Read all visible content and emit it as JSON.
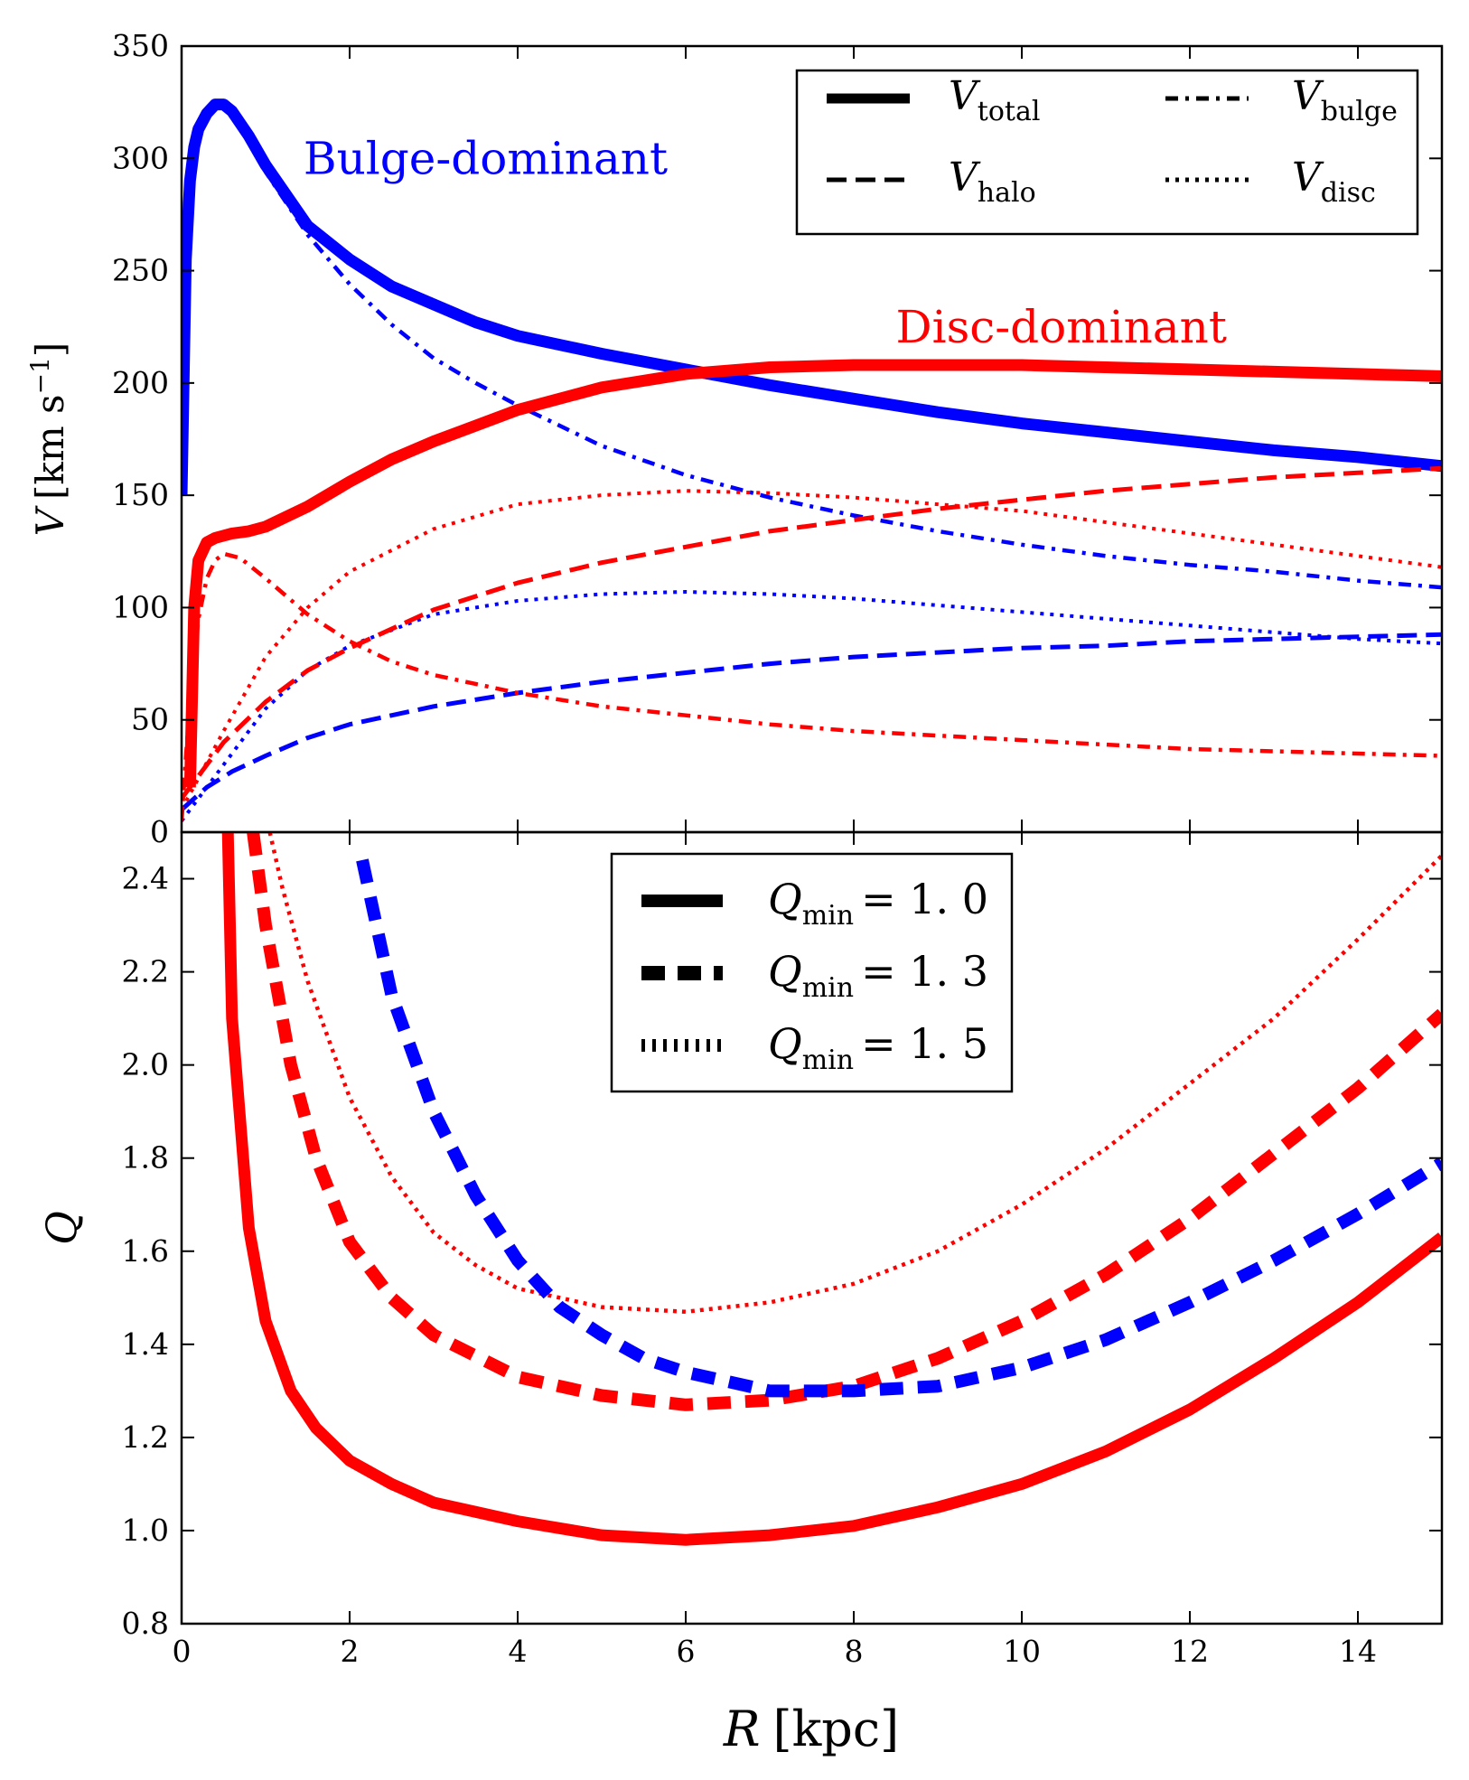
{
  "chart_data": [
    {
      "panel": "top",
      "type": "line",
      "xlim": [
        0,
        15
      ],
      "ylim": [
        0,
        350
      ],
      "xticks": [
        0,
        2,
        4,
        6,
        8,
        10,
        12,
        14
      ],
      "yticks": [
        0,
        50,
        100,
        150,
        200,
        250,
        300,
        350
      ],
      "xlabel": "",
      "ylabel": {
        "symbol": "V",
        "units": "[km s",
        "sup": "−1",
        "close": "]"
      },
      "grid": false,
      "annotations": [
        {
          "text": "Bulge-dominant",
          "color": "#0000ff",
          "x": 1.45,
          "y": 293
        },
        {
          "text": "Disc-dominant",
          "color": "#ff0000",
          "x": 8.5,
          "y": 218
        }
      ],
      "legend": {
        "placement": "top-right",
        "entries": [
          {
            "style": "solid",
            "symbol": "V",
            "sub": "total"
          },
          {
            "style": "dashed",
            "symbol": "V",
            "sub": "halo"
          },
          {
            "style": "dashdot",
            "symbol": "V",
            "sub": "bulge"
          },
          {
            "style": "dotted",
            "symbol": "V",
            "sub": "disc"
          }
        ]
      },
      "series": [
        {
          "galaxy": "Bulge-dominant",
          "component": "total",
          "color": "#0000ff",
          "style": "solid",
          "x": [
            0.0,
            0.05,
            0.1,
            0.15,
            0.2,
            0.3,
            0.4,
            0.5,
            0.6,
            0.8,
            1.0,
            1.5,
            2.0,
            2.5,
            3.0,
            3.5,
            4.0,
            5.0,
            6.0,
            7.0,
            8.0,
            9.0,
            10.0,
            11.0,
            12.0,
            13.0,
            14.0,
            15.0
          ],
          "y": [
            150,
            255,
            290,
            305,
            313,
            320,
            324,
            324,
            321,
            310,
            297,
            270,
            255,
            243,
            235,
            227,
            221,
            213,
            206,
            199,
            193,
            187,
            182,
            178,
            174,
            170,
            167,
            163
          ]
        },
        {
          "galaxy": "Bulge-dominant",
          "component": "bulge",
          "color": "#0000ff",
          "style": "dashdot",
          "x": [
            0.6,
            0.8,
            1.0,
            1.5,
            2.0,
            2.5,
            3.0,
            3.5,
            4.0,
            5.0,
            6.0,
            7.0,
            8.0,
            9.0,
            10.0,
            11.0,
            12.0,
            13.0,
            14.0,
            15.0
          ],
          "y": [
            320,
            308,
            294,
            266,
            244,
            226,
            211,
            200,
            190,
            172,
            159,
            149,
            141,
            134,
            128,
            123,
            119,
            116,
            112,
            109
          ]
        },
        {
          "galaxy": "Bulge-dominant",
          "component": "disc",
          "color": "#0000ff",
          "style": "dotted",
          "x": [
            0.0,
            0.5,
            1.0,
            1.5,
            2.0,
            3.0,
            4.0,
            5.0,
            6.0,
            7.0,
            8.0,
            9.0,
            10.0,
            11.0,
            12.0,
            13.0,
            14.0,
            15.0
          ],
          "y": [
            5,
            30,
            55,
            72,
            83,
            97,
            103,
            106,
            107,
            106,
            104,
            101,
            98,
            95,
            92,
            89,
            86,
            84
          ]
        },
        {
          "galaxy": "Bulge-dominant",
          "component": "halo",
          "color": "#0000ff",
          "style": "dashed",
          "x": [
            0.0,
            0.3,
            0.6,
            1.0,
            1.5,
            2.0,
            3.0,
            4.0,
            5.0,
            6.0,
            7.0,
            8.0,
            9.0,
            10.0,
            11.0,
            12.0,
            13.0,
            14.0,
            15.0
          ],
          "y": [
            10,
            20,
            27,
            34,
            42,
            48,
            56,
            62,
            67,
            71,
            75,
            78,
            80,
            82,
            83,
            85,
            86,
            87,
            88
          ]
        },
        {
          "galaxy": "Disc-dominant",
          "component": "total",
          "color": "#ff0000",
          "style": "solid",
          "x": [
            0.1,
            0.15,
            0.2,
            0.3,
            0.4,
            0.5,
            0.6,
            0.8,
            1.0,
            1.5,
            2.0,
            2.5,
            3.0,
            4.0,
            5.0,
            6.0,
            7.0,
            8.0,
            9.0,
            10.0,
            11.0,
            12.0,
            13.0,
            14.0,
            15.0
          ],
          "y": [
            20,
            100,
            121,
            129,
            131,
            132,
            133,
            134,
            136,
            145,
            156,
            166,
            174,
            188,
            198,
            204,
            207,
            208,
            208,
            208,
            207,
            206,
            205,
            204,
            203
          ]
        },
        {
          "galaxy": "Disc-dominant",
          "component": "bulge",
          "color": "#ff0000",
          "style": "dashdot",
          "x": [
            0.0,
            0.1,
            0.2,
            0.3,
            0.4,
            0.5,
            0.7,
            1.0,
            1.5,
            2.0,
            2.5,
            3.0,
            4.0,
            5.0,
            6.0,
            7.0,
            8.0,
            9.0,
            10.0,
            11.0,
            12.0,
            13.0,
            14.0,
            15.0
          ],
          "y": [
            5,
            60,
            95,
            113,
            121,
            124,
            122,
            113,
            97,
            85,
            76,
            70,
            62,
            56,
            52,
            48,
            45,
            43,
            41,
            39,
            37,
            36,
            35,
            34
          ]
        },
        {
          "galaxy": "Disc-dominant",
          "component": "disc",
          "color": "#ff0000",
          "style": "dotted",
          "x": [
            0.0,
            0.5,
            1.0,
            1.5,
            2.0,
            3.0,
            4.0,
            5.0,
            6.0,
            7.0,
            8.0,
            9.0,
            10.0,
            11.0,
            12.0,
            13.0,
            14.0,
            15.0
          ],
          "y": [
            10,
            45,
            78,
            100,
            116,
            135,
            146,
            150,
            152,
            151,
            149,
            146,
            143,
            138,
            133,
            128,
            123,
            118
          ]
        },
        {
          "galaxy": "Disc-dominant",
          "component": "halo",
          "color": "#ff0000",
          "style": "dashed",
          "x": [
            0.0,
            0.5,
            1.0,
            1.5,
            2.0,
            3.0,
            4.0,
            5.0,
            6.0,
            7.0,
            8.0,
            9.0,
            10.0,
            11.0,
            12.0,
            13.0,
            14.0,
            15.0
          ],
          "y": [
            15,
            40,
            58,
            72,
            82,
            99,
            111,
            120,
            127,
            134,
            139,
            144,
            148,
            152,
            155,
            158,
            160,
            162
          ]
        }
      ]
    },
    {
      "panel": "bottom",
      "type": "line",
      "xlim": [
        0,
        15
      ],
      "ylim": [
        0.8,
        2.5
      ],
      "xticks": [
        0,
        2,
        4,
        6,
        8,
        10,
        12,
        14
      ],
      "yticks": [
        0.8,
        1.0,
        1.2,
        1.4,
        1.6,
        1.8,
        2.0,
        2.2,
        2.4
      ],
      "xlabel": {
        "symbol": "R",
        "units": "[kpc]"
      },
      "ylabel": {
        "symbol": "Q"
      },
      "grid": false,
      "legend": {
        "placement": "top-center",
        "entries": [
          {
            "style": "solid",
            "symbol": "Q",
            "sub": "min",
            "value": "= 1. 0"
          },
          {
            "style": "dashed",
            "symbol": "Q",
            "sub": "min",
            "value": "= 1. 3"
          },
          {
            "style": "dotted",
            "symbol": "Q",
            "sub": "min",
            "value": "= 1. 5"
          }
        ]
      },
      "series": [
        {
          "galaxy": "Disc-dominant",
          "q_min": 1.0,
          "color": "#ff0000",
          "style": "solid",
          "x": [
            0.55,
            0.6,
            0.8,
            1.0,
            1.3,
            1.6,
            2.0,
            2.5,
            3.0,
            4.0,
            5.0,
            6.0,
            7.0,
            8.0,
            9.0,
            10.0,
            11.0,
            12.0,
            13.0,
            14.0,
            15.0
          ],
          "y": [
            2.5,
            2.1,
            1.65,
            1.45,
            1.3,
            1.22,
            1.15,
            1.1,
            1.06,
            1.02,
            0.99,
            0.98,
            0.99,
            1.01,
            1.05,
            1.1,
            1.17,
            1.26,
            1.37,
            1.49,
            1.63
          ]
        },
        {
          "galaxy": "Disc-dominant",
          "q_min": 1.3,
          "color": "#ff0000",
          "style": "dashed",
          "x": [
            0.85,
            1.0,
            1.3,
            1.6,
            2.0,
            2.5,
            3.0,
            4.0,
            5.0,
            6.0,
            7.0,
            8.0,
            9.0,
            10.0,
            11.0,
            12.0,
            13.0,
            14.0,
            15.0
          ],
          "y": [
            2.5,
            2.3,
            2.0,
            1.8,
            1.62,
            1.5,
            1.42,
            1.33,
            1.29,
            1.27,
            1.28,
            1.31,
            1.37,
            1.45,
            1.55,
            1.67,
            1.81,
            1.95,
            2.11
          ]
        },
        {
          "galaxy": "Disc-dominant",
          "q_min": 1.5,
          "color": "#ff0000",
          "style": "dotted",
          "x": [
            1.05,
            1.2,
            1.5,
            2.0,
            2.5,
            3.0,
            3.5,
            4.0,
            5.0,
            6.0,
            7.0,
            8.0,
            9.0,
            10.0,
            11.0,
            12.0,
            13.0,
            14.0,
            15.0
          ],
          "y": [
            2.5,
            2.38,
            2.18,
            1.93,
            1.76,
            1.64,
            1.57,
            1.52,
            1.48,
            1.47,
            1.49,
            1.53,
            1.6,
            1.7,
            1.82,
            1.96,
            2.1,
            2.27,
            2.45
          ]
        },
        {
          "galaxy": "Bulge-dominant",
          "q_min": 1.3,
          "color": "#0000ff",
          "style": "dashed",
          "x": [
            2.15,
            2.5,
            3.0,
            3.5,
            4.0,
            4.5,
            5.0,
            5.5,
            6.0,
            6.5,
            7.0,
            7.5,
            8.0,
            9.0,
            10.0,
            11.0,
            12.0,
            13.0,
            14.0,
            15.0
          ],
          "y": [
            2.44,
            2.15,
            1.9,
            1.72,
            1.58,
            1.48,
            1.42,
            1.37,
            1.34,
            1.32,
            1.3,
            1.3,
            1.3,
            1.31,
            1.35,
            1.41,
            1.49,
            1.58,
            1.68,
            1.79
          ]
        }
      ]
    }
  ]
}
